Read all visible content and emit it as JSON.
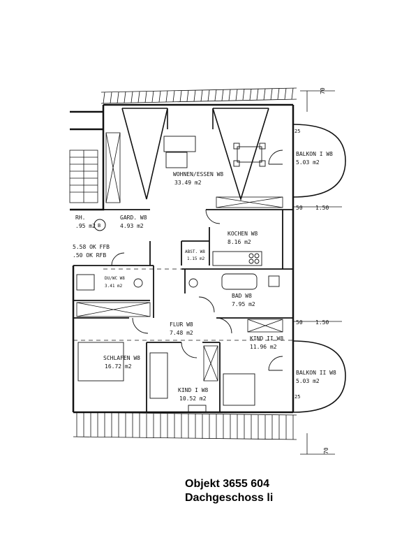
{
  "plan": {
    "rooms": [
      {
        "id": "wohnen",
        "name": "WOHNEN/ESSEN W8",
        "area": "33.49 m2"
      },
      {
        "id": "balkon1",
        "name": "BALKON I W8",
        "area": "5.03 m2"
      },
      {
        "id": "gard",
        "name": "GARD. W8",
        "area": "4.93 m2"
      },
      {
        "id": "treppenhaus",
        "name": "RH.",
        "area": ".95 m2"
      },
      {
        "id": "kochen",
        "name": "KOCHEN W8",
        "area": "8.16 m2"
      },
      {
        "id": "abst",
        "name": "ABST. W8",
        "area": "1.15 m2"
      },
      {
        "id": "duwc",
        "name": "DU/WC W8",
        "area": "3.41 m2"
      },
      {
        "id": "bad",
        "name": "BAD W8",
        "area": "7.95 m2"
      },
      {
        "id": "flur",
        "name": "FLUR W8",
        "area": "7.48 m2"
      },
      {
        "id": "kind2",
        "name": "KIND II W8",
        "area": "11.96 m2"
      },
      {
        "id": "schlafen",
        "name": "SCHLAFEN W8",
        "area": "16.72 m2"
      },
      {
        "id": "kind1",
        "name": "KIND I W8",
        "area": "10.52 m2"
      },
      {
        "id": "balkon2",
        "name": "BALKON II W8",
        "area": "5.03 m2"
      }
    ],
    "level_notes": [
      "5.58 OK FFB",
      ".50 OK RFB"
    ],
    "dimensions": {
      "top_right": "70",
      "bottom_right": "70",
      "balkon1_offset": "50",
      "balkon1_width": "1.50",
      "balkon2_offset": "50",
      "balkon2_width": "1.50",
      "balkon1_edge": "25",
      "balkon2_edge": "25"
    },
    "marker": "B"
  },
  "caption": {
    "object": "Objekt 3655 604",
    "floor": "Dachgeschoss li"
  }
}
